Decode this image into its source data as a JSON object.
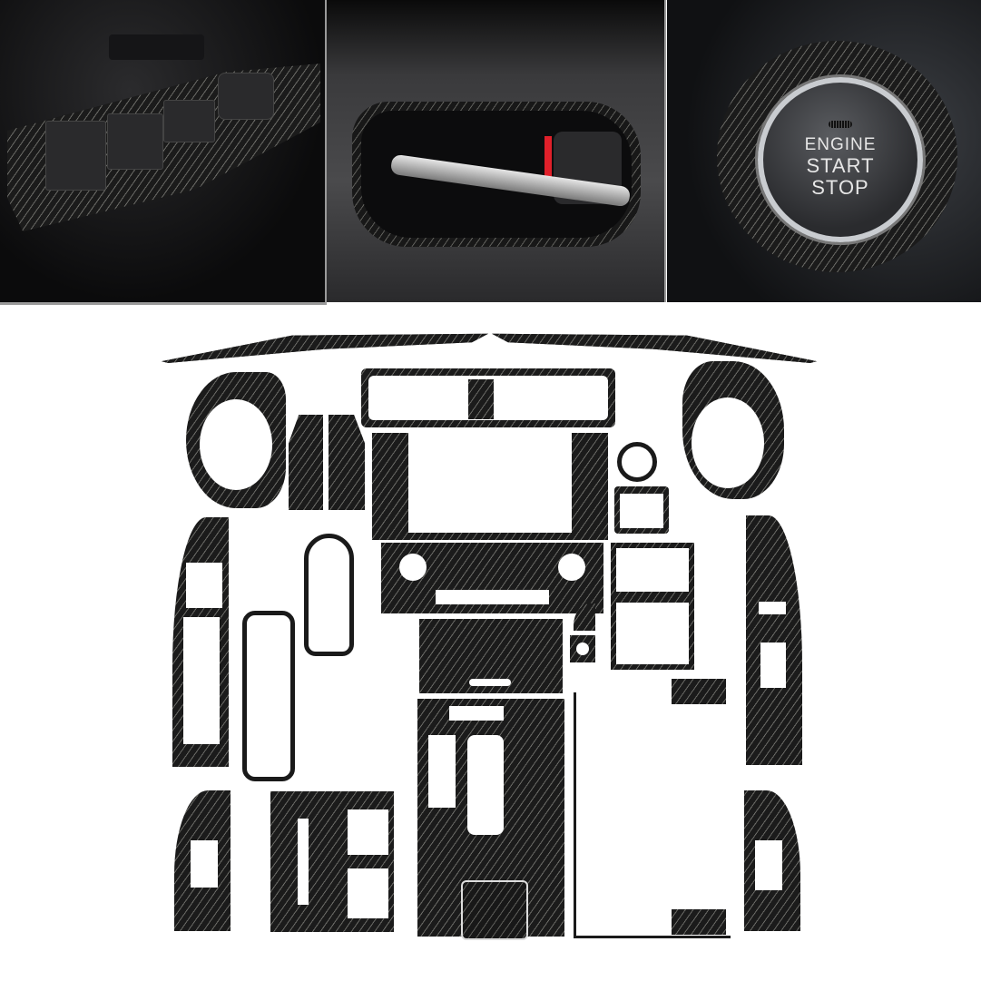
{
  "collage": {
    "photos": [
      {
        "id": "window-switch-panel",
        "label": "Door window switch panel trim"
      },
      {
        "id": "inner-door-handle",
        "label": "Inner door handle trim ring"
      },
      {
        "id": "engine-start-button",
        "label": "Engine start button ring"
      }
    ],
    "start_button": {
      "line1": "ENGINE",
      "line2": "START",
      "line3": "STOP"
    },
    "parts_layout": {
      "material": "carbon fiber",
      "colors": {
        "carbon": "#141414",
        "weave": "#6a6a66",
        "background": "#ffffff"
      }
    }
  }
}
